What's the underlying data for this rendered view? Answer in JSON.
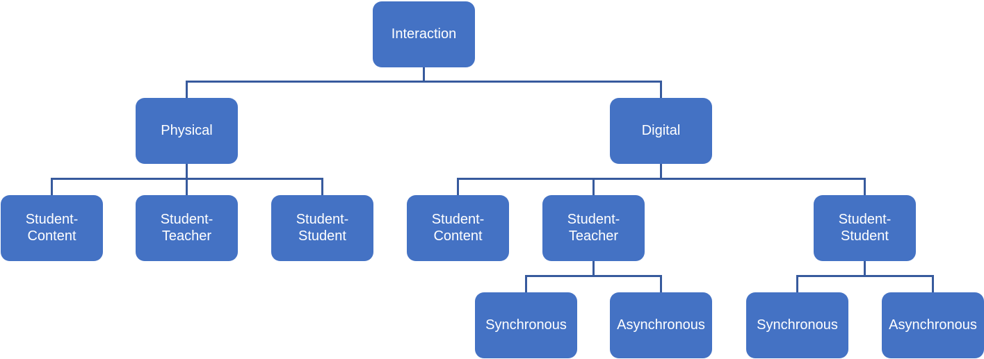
{
  "diagram": {
    "type": "hierarchy-tree",
    "colors": {
      "node-fill": "#4472C4",
      "connector": "#375A9D",
      "text": "#FFFFFF"
    },
    "nodes": [
      {
        "id": "interaction",
        "label": "Interaction",
        "parent": null
      },
      {
        "id": "physical",
        "label": "Physical",
        "parent": "interaction"
      },
      {
        "id": "digital",
        "label": "Digital",
        "parent": "interaction"
      },
      {
        "id": "physical-student-content",
        "label": "Student-\nContent",
        "parent": "physical"
      },
      {
        "id": "physical-student-teacher",
        "label": "Student-\nTeacher",
        "parent": "physical"
      },
      {
        "id": "physical-student-student",
        "label": "Student-\nStudent",
        "parent": "physical"
      },
      {
        "id": "digital-student-content",
        "label": "Student-\nContent",
        "parent": "digital"
      },
      {
        "id": "digital-student-teacher",
        "label": "Student-\nTeacher",
        "parent": "digital"
      },
      {
        "id": "digital-student-student",
        "label": "Student-\nStudent",
        "parent": "digital"
      },
      {
        "id": "dst-synchronous",
        "label": "Synchronous",
        "parent": "digital-student-teacher"
      },
      {
        "id": "dst-asynchronous",
        "label": "Asynchronous",
        "parent": "digital-student-teacher"
      },
      {
        "id": "dss-synchronous",
        "label": "Synchronous",
        "parent": "digital-student-student"
      },
      {
        "id": "dss-asynchronous",
        "label": "Asynchronous",
        "parent": "digital-student-student"
      }
    ]
  }
}
